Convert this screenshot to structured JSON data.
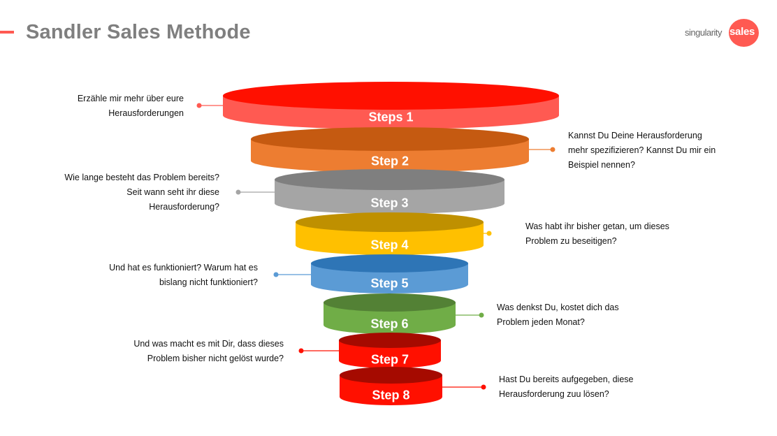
{
  "header": {
    "title": "Sandler Sales Methode"
  },
  "logo": {
    "part1": "singularity",
    "part2": "sales",
    "color": "#ff5a52"
  },
  "steps": [
    {
      "label": "Steps 1",
      "top_color": "#ff1000",
      "body_color": "#ff5a52",
      "note": "Erzähle mir mehr über eure\nHerausforderungen",
      "side": "left"
    },
    {
      "label": "Step 2",
      "top_color": "#c55a11",
      "body_color": "#ed7d31",
      "note": "Kannst Du Deine Herausforderung\nmehr spezifizieren? Kannst Du mir ein\nBeispiel nennen?",
      "side": "right"
    },
    {
      "label": "Step 3",
      "top_color": "#7f7f7f",
      "body_color": "#a5a5a5",
      "note": "Wie lange besteht das Problem bereits?\nSeit wann seht ihr diese\nHerausforderung?",
      "side": "left"
    },
    {
      "label": "Step 4",
      "top_color": "#bf9000",
      "body_color": "#ffc000",
      "note": "Was habt ihr bisher getan, um dieses\nProblem zu beseitigen?",
      "side": "right"
    },
    {
      "label": "Step 5",
      "top_color": "#2e75b6",
      "body_color": "#5b9bd5",
      "note": "Und hat es funktioniert? Warum hat es\nbislang nicht funktioniert?",
      "side": "left"
    },
    {
      "label": "Step 6",
      "top_color": "#538135",
      "body_color": "#70ad47",
      "note": "Was denkst Du, kostet dich das\nProblem jeden Monat?",
      "side": "right"
    },
    {
      "label": "Step 7",
      "top_color": "#a50a00",
      "body_color": "#ff1000",
      "note": "Und was macht es mit Dir, dass dieses\nProblem bisher nicht gelöst wurde?",
      "side": "left"
    },
    {
      "label": "Step 8",
      "top_color": "#a50a00",
      "body_color": "#ff1000",
      "note": "Hast Du bereits aufgegeben, diese\nHerausforderung zuu lösen?",
      "side": "right"
    }
  ]
}
